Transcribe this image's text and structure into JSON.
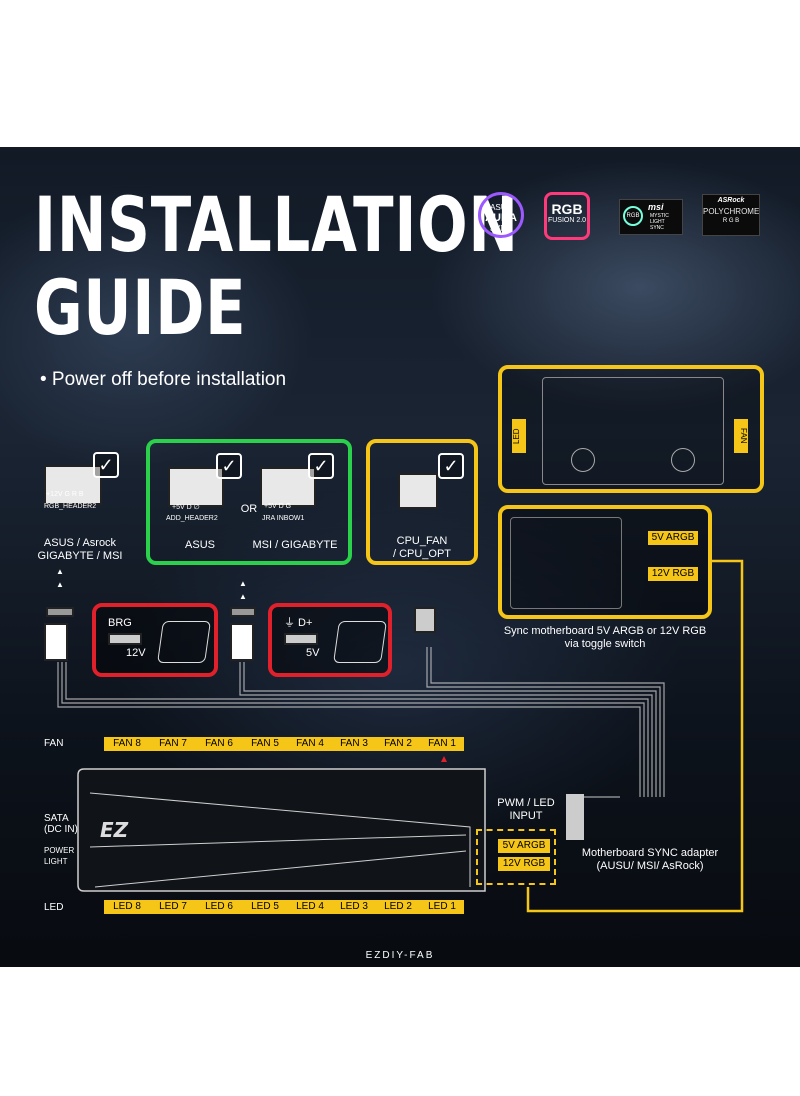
{
  "title": {
    "line1": "INSTALLATION",
    "line2": "GUIDE"
  },
  "note": "• Power off before installation",
  "logos": {
    "asus": {
      "top": "ASUS",
      "main": "AURA",
      "sub": "SYNC"
    },
    "gigabyte": {
      "top": "RGB",
      "sub": "FUSION 2.0"
    },
    "msi": {
      "badge": "RGB",
      "name": "msi",
      "line1": "MYSTIC",
      "line2": "LIGHT",
      "line3": "SYNC"
    },
    "asrock": {
      "name": "ASRock",
      "main": "POLYCHROME",
      "sub": "R G B"
    }
  },
  "header_left": {
    "pins": "+12V  G  R  B",
    "name": "RGB_HEADER2",
    "label": "ASUS / Asrock\nGIGABYTE / MSI"
  },
  "header_asus": {
    "pins": "+5V  D  ∅",
    "name": "ADD_HEADER2",
    "label": "ASUS"
  },
  "or_label": "OR",
  "header_msi": {
    "pins": "+5V  D  G",
    "name": "JRA INBOW1",
    "label": "MSI / GIGABYTE"
  },
  "header_cpu": {
    "label": "CPU_FAN\n/ CPU_OPT"
  },
  "connector_12v": {
    "name": "BRG",
    "volt": "12V"
  },
  "connector_5v": {
    "name": "⏚ D+",
    "volt": "5V"
  },
  "hub_top": {
    "left": "LED",
    "right": "FAN"
  },
  "switch_opts": [
    "5V ARGB",
    "12V RGB"
  ],
  "switch_caption": "Sync motherboard 5V ARGB or 12V RGB\nvia toggle switch",
  "fan_row": {
    "label": "FAN",
    "items": [
      "FAN 8",
      "FAN 7",
      "FAN 6",
      "FAN 5",
      "FAN 4",
      "FAN 3",
      "FAN 2",
      "FAN 1"
    ]
  },
  "led_row": {
    "label": "LED",
    "items": [
      "LED 8",
      "LED 7",
      "LED 6",
      "LED 5",
      "LED 4",
      "LED 3",
      "LED 2",
      "LED 1"
    ]
  },
  "side": {
    "sata": "SATA\n(DC IN)",
    "power": "POWER\nLIGHT"
  },
  "pwm_label": "PWM / LED\nINPUT",
  "sync_adapter": "Motherboard SYNC adapter\n(AUSU/ MSI/ AsRock)",
  "brand": "EZDIY-FAB",
  "colors": {
    "yellow": "#f5c518",
    "green": "#2bd14a",
    "red": "#e0202a"
  }
}
